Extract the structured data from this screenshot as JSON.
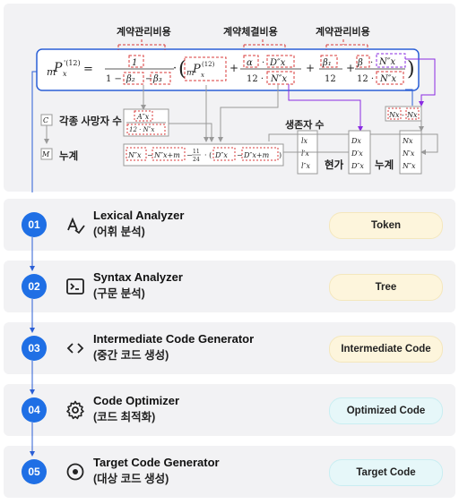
{
  "top": {
    "cost_label_1": "계약관리비용",
    "cost_label_2": "계약체결비용",
    "cost_label_3": "계약관리비용",
    "deaths_label": "각종 사망자 수",
    "cumulative_label": "누계",
    "survivors_label": "생존자 수",
    "present_value_label": "현가",
    "cumulative_label_2": "누계"
  },
  "rows": [
    {
      "num": "01",
      "title": "Lexical Analyzer",
      "sub": "(어휘 분석)",
      "output": "Token",
      "icon": "spell-check-icon"
    },
    {
      "num": "02",
      "title": "Syntax Analyzer",
      "sub": "(구문 분석)",
      "output": "Tree",
      "icon": "terminal-icon"
    },
    {
      "num": "03",
      "title": "Intermediate Code Generator",
      "sub": "(중간 코드 생성)",
      "output": "Intermediate Code",
      "icon": "code-brackets-icon"
    },
    {
      "num": "04",
      "title": "Code Optimizer",
      "sub": "(코드 최적화)",
      "output": "Optimized Code",
      "icon": "gear-icon"
    },
    {
      "num": "05",
      "title": "Target Code Generator",
      "sub": "(대상 코드 생성)",
      "output": "Target Code",
      "icon": "target-icon"
    }
  ],
  "colors": {
    "accent": "#1f6fe5",
    "dashed": "#d83a3a",
    "purple": "#8a2be2"
  }
}
